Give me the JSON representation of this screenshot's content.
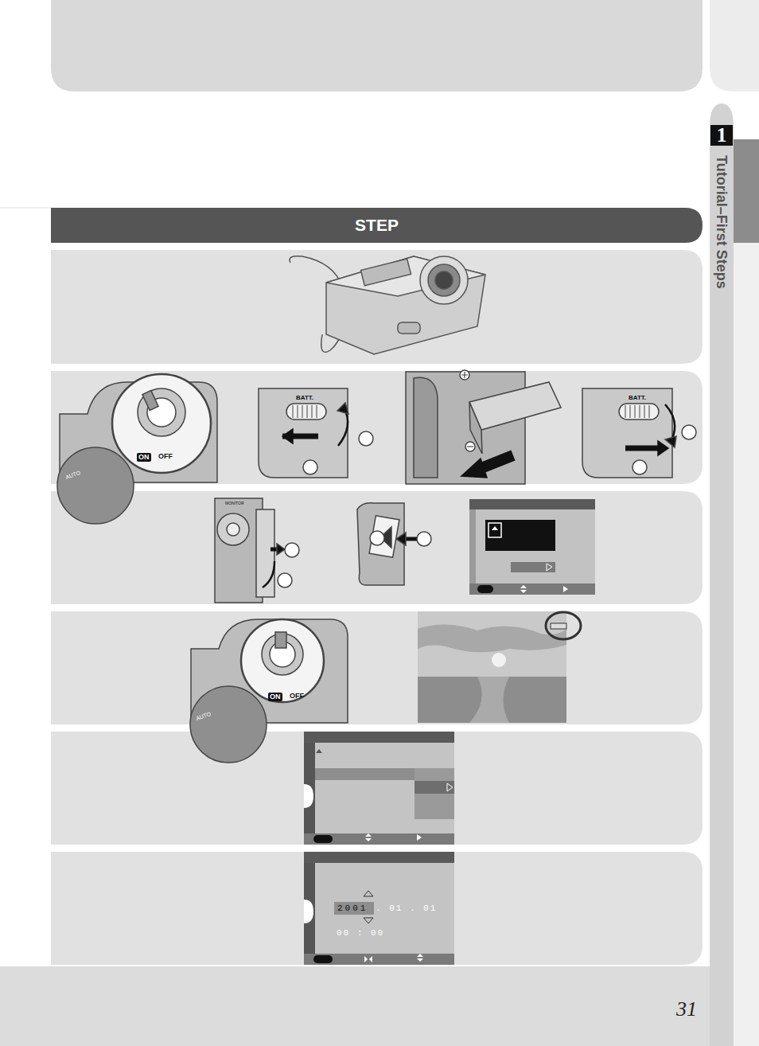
{
  "diagram": {
    "title": "",
    "nodes": [
      {
        "text": [
          "STEP"
        ]
      },
      {
        "text": [
          "1",
          "Tutorial–First Steps"
        ]
      }
    ],
    "labels": [
      "31",
      "ON",
      "OFF",
      "AUTO",
      "BATT.",
      "BATT.",
      "MONITOR",
      "ON",
      "OFF",
      "AUTO",
      "2001",
      ". 01 . 01",
      "00 : 00"
    ]
  }
}
